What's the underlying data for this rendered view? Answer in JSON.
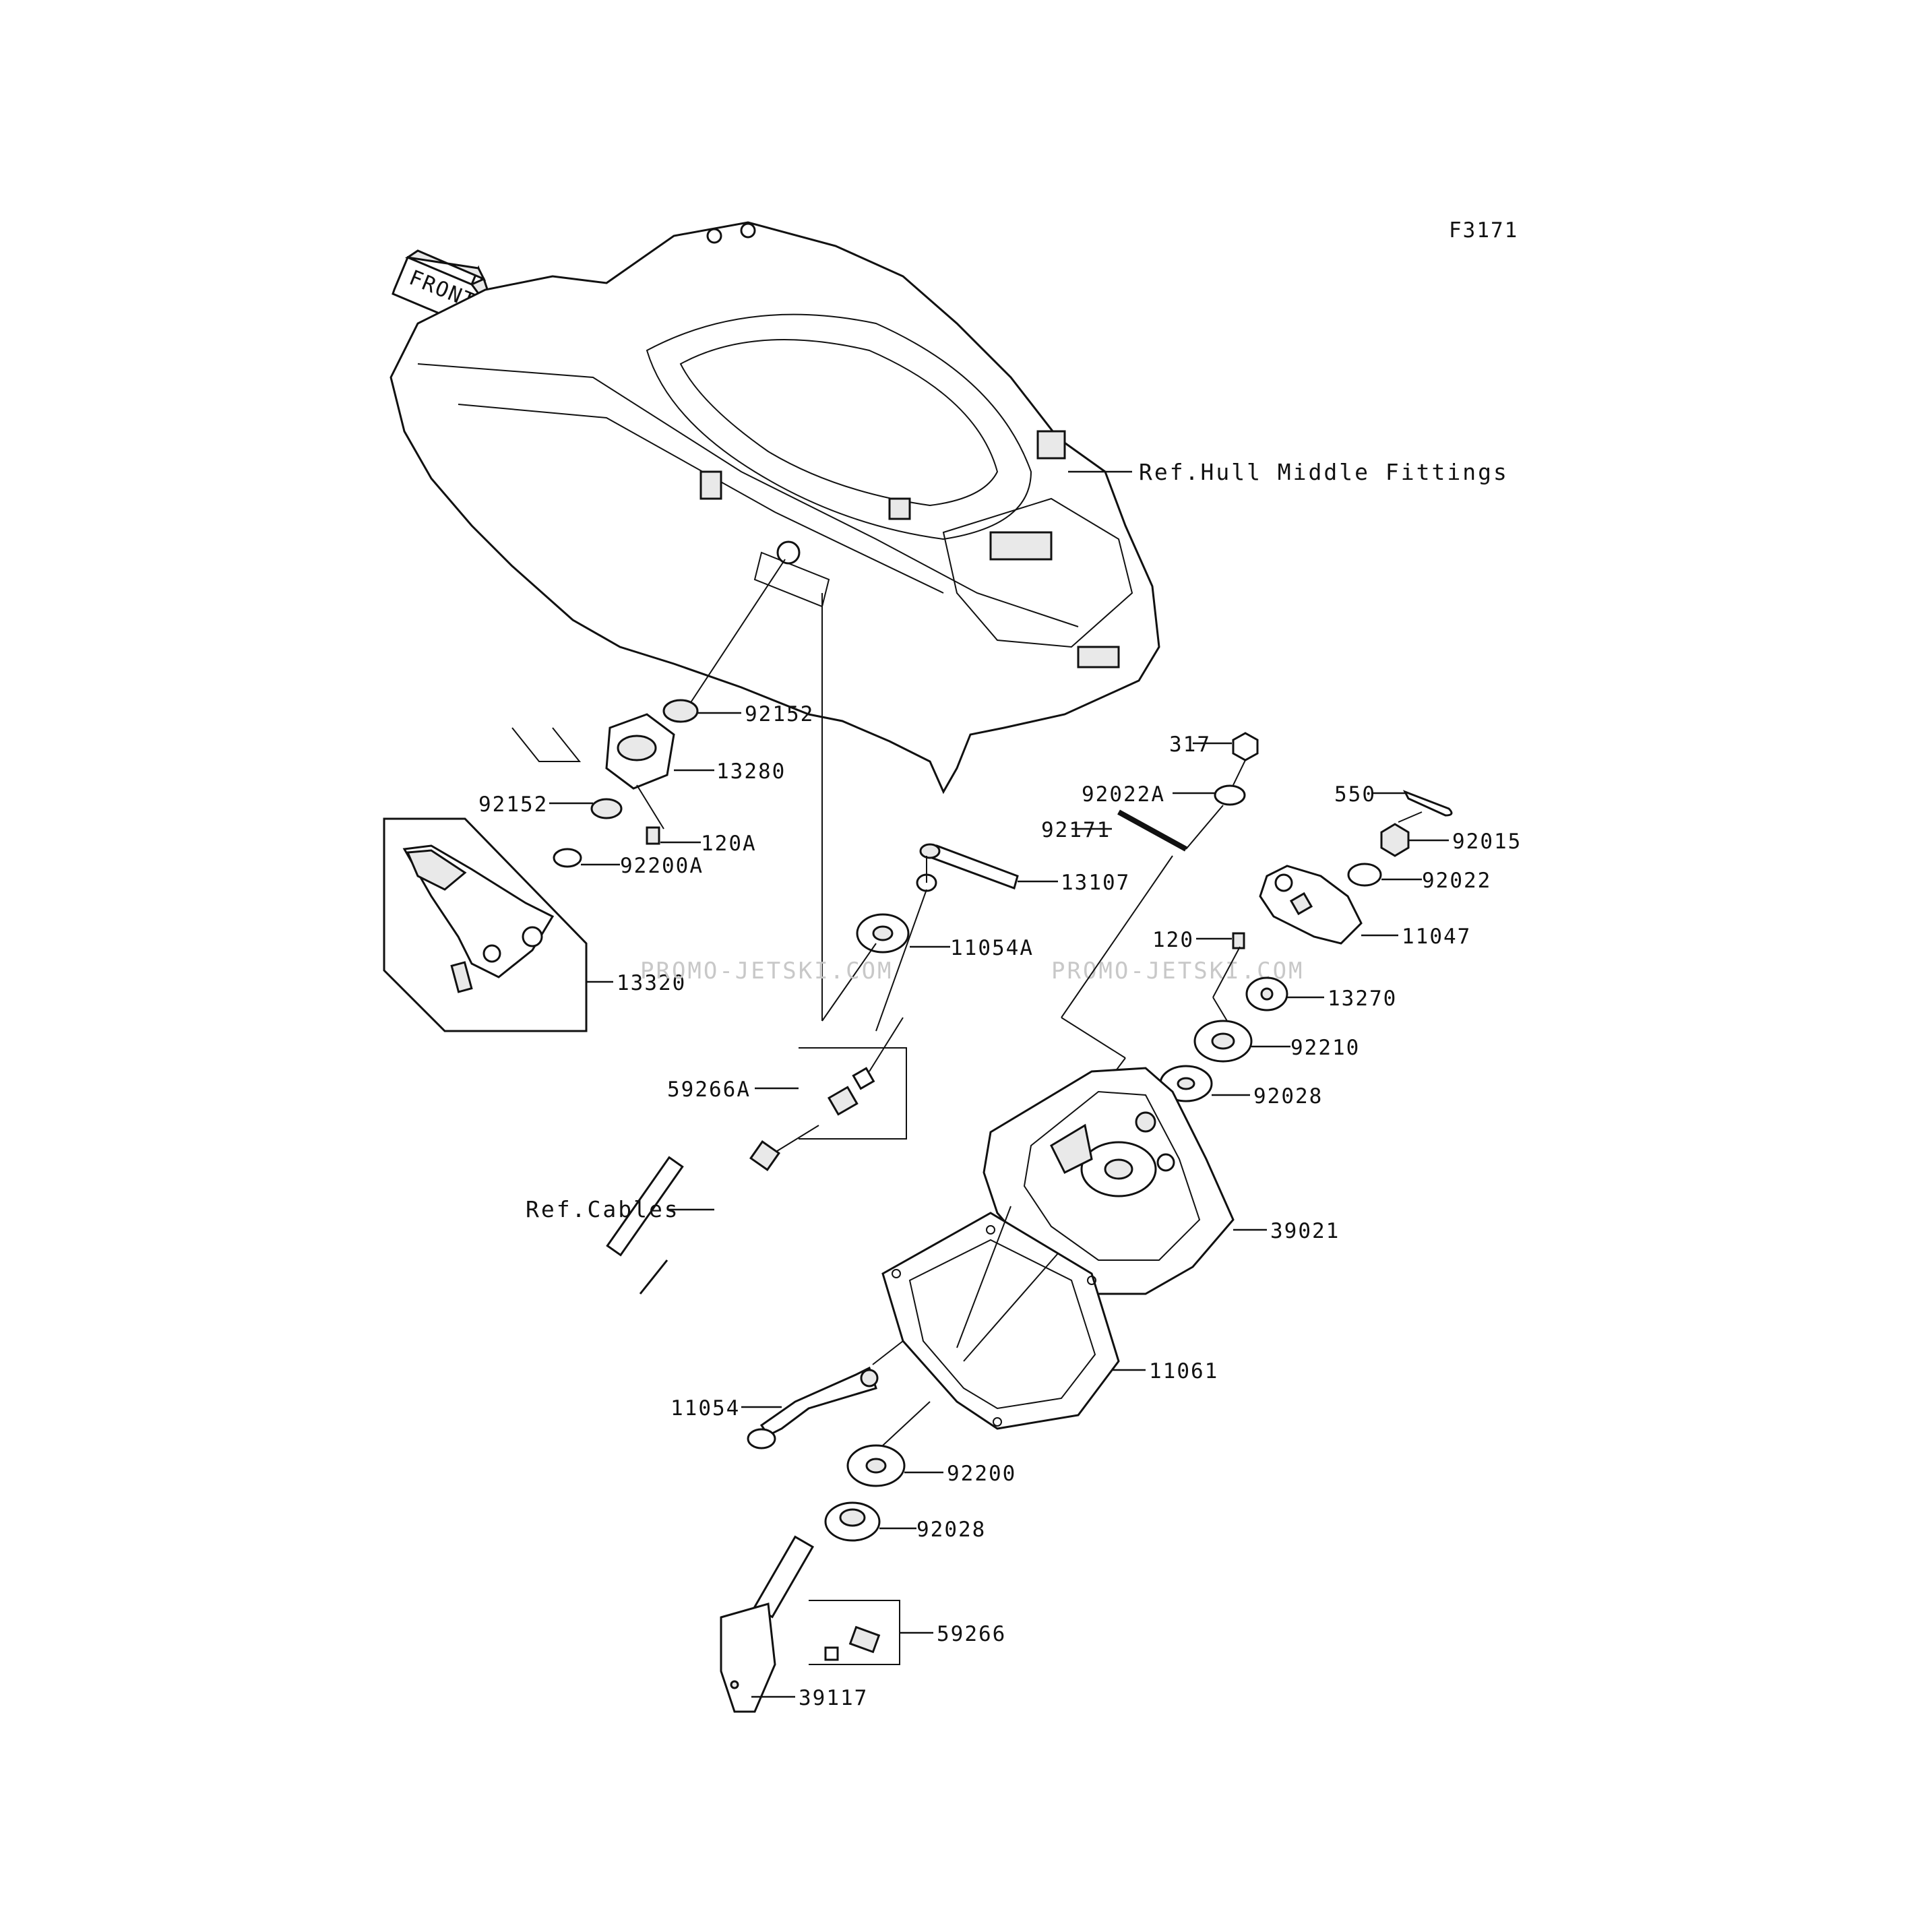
{
  "figure_code": "F3171",
  "front_arrow_label": "FRONT",
  "watermark": "PROMO-JETSKI.COM",
  "references": {
    "hull": "Ref.Hull Middle Fittings",
    "cables": "Ref.Cables"
  },
  "parts": [
    {
      "id": "92152-top",
      "number": "92152"
    },
    {
      "id": "13280",
      "number": "13280"
    },
    {
      "id": "92152-left",
      "number": "92152"
    },
    {
      "id": "120A",
      "number": "120A"
    },
    {
      "id": "92200A",
      "number": "92200A"
    },
    {
      "id": "13320",
      "number": "13320"
    },
    {
      "id": "13107",
      "number": "13107"
    },
    {
      "id": "11054A",
      "number": "11054A"
    },
    {
      "id": "59266A",
      "number": "59266A"
    },
    {
      "id": "317",
      "number": "317"
    },
    {
      "id": "92022A",
      "number": "92022A"
    },
    {
      "id": "92171",
      "number": "92171"
    },
    {
      "id": "550",
      "number": "550"
    },
    {
      "id": "92015",
      "number": "92015"
    },
    {
      "id": "92022",
      "number": "92022"
    },
    {
      "id": "11047",
      "number": "11047"
    },
    {
      "id": "120",
      "number": "120"
    },
    {
      "id": "13270",
      "number": "13270"
    },
    {
      "id": "92210",
      "number": "92210"
    },
    {
      "id": "92028-top",
      "number": "92028"
    },
    {
      "id": "39021",
      "number": "39021"
    },
    {
      "id": "11061",
      "number": "11061"
    },
    {
      "id": "11054",
      "number": "11054"
    },
    {
      "id": "92200",
      "number": "92200"
    },
    {
      "id": "92028-bottom",
      "number": "92028"
    },
    {
      "id": "59266",
      "number": "59266"
    },
    {
      "id": "39117",
      "number": "39117"
    }
  ]
}
